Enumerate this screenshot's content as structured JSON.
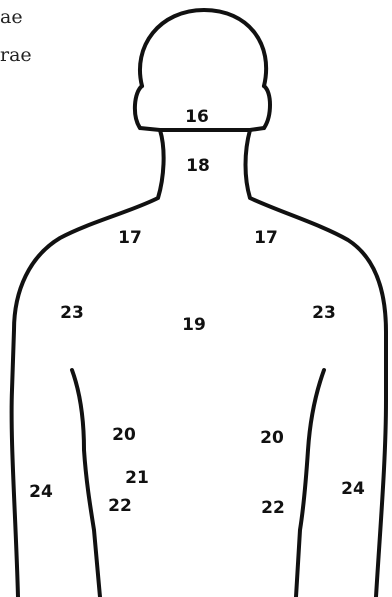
{
  "side_text": {
    "line1": "ae",
    "line2": "rae"
  },
  "labels": {
    "head_base": "16",
    "neck": "18",
    "shoulder_left": "17",
    "shoulder_right": "17",
    "upper_back": "19",
    "scapula_left": "23",
    "scapula_right": "23",
    "mid_left": "20",
    "mid_right": "20",
    "lower_center": "21",
    "lower_left": "22",
    "lower_right": "22",
    "side_left": "24",
    "side_right": "24"
  },
  "colors": {
    "outline": "#111111",
    "background": "#ffffff"
  }
}
